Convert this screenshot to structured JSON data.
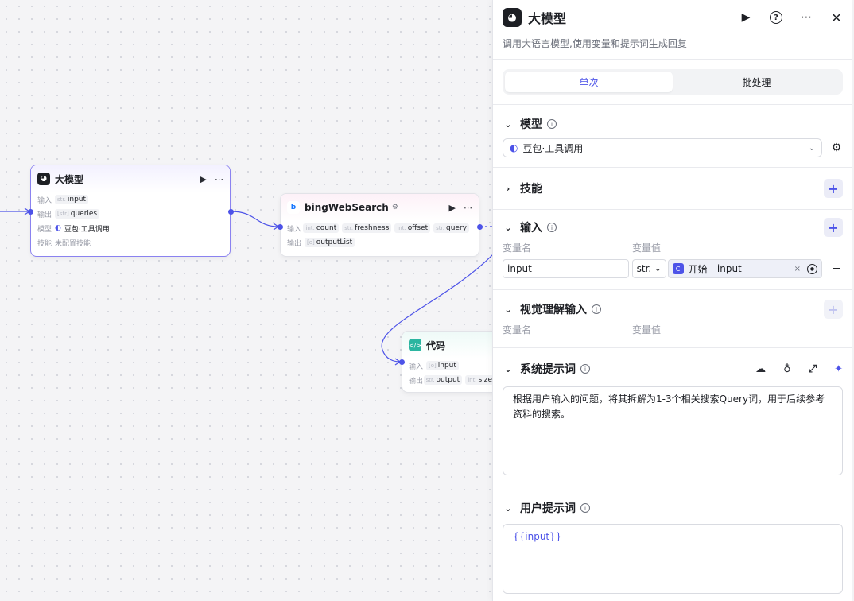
{
  "canvas": {
    "llm_node": {
      "title": "大模型",
      "input_key": "输入",
      "input_type": "str.",
      "input_name": "input",
      "output_key": "输出",
      "output_type": "[str]",
      "output_name": "queries",
      "model_key": "模型",
      "model_value": "豆包·工具调用",
      "skill_key": "技能",
      "skill_value": "未配置技能"
    },
    "bing_node": {
      "title": "bingWebSearch",
      "input_key": "输入",
      "inputs": [
        {
          "type": "int.",
          "name": "count"
        },
        {
          "type": "str.",
          "name": "freshness"
        },
        {
          "type": "int.",
          "name": "offset"
        },
        {
          "type": "str.",
          "name": "query"
        }
      ],
      "output_key": "输出",
      "output_type": "[o]",
      "output_name": "outputList"
    },
    "code_node": {
      "title": "代码",
      "input_key": "输入",
      "input_type": "[o]",
      "input_name": "input",
      "output_key": "输出",
      "outputs": [
        {
          "type": "str.",
          "name": "output"
        },
        {
          "type": "int.",
          "name": "size"
        }
      ]
    }
  },
  "panel": {
    "title": "大模型",
    "description": "调用大语言模型,使用变量和提示词生成回复",
    "tabs": [
      "单次",
      "批处理"
    ],
    "active_tab": 0,
    "model_section": {
      "title": "模型",
      "selected": "豆包·工具调用"
    },
    "skills_section": {
      "title": "技能"
    },
    "input_section": {
      "title": "输入",
      "col_name": "变量名",
      "col_value": "变量值",
      "row": {
        "name": "input",
        "type": "str.",
        "ref_source": "开始",
        "ref_sep": "-",
        "ref_var": "input"
      }
    },
    "vision_section": {
      "title": "视觉理解输入",
      "col_name": "变量名",
      "col_value": "变量值"
    },
    "system_prompt": {
      "title": "系统提示词",
      "text": "根据用户输入的问题，将其拆解为1-3个相关搜索Query词，用于后续参考资料的搜索。"
    },
    "user_prompt": {
      "title": "用户提示词",
      "text": "{{input}}"
    }
  },
  "colors": {
    "accent": "#4d53e8",
    "edge": "#4d53e8",
    "selected_border": "#8a82f0",
    "code_icon": "#2bb5a0",
    "bing_icon": "#1677ff"
  },
  "icons": [
    "llm-icon",
    "bing-icon",
    "code-icon",
    "run-icon",
    "help-icon",
    "more-icon",
    "close-icon",
    "info-icon",
    "settings-icon",
    "plus-icon",
    "minus-icon",
    "clear-icon",
    "target-icon",
    "chevron-down-icon",
    "chevron-right-icon",
    "library-icon",
    "bulb-icon",
    "expand-icon",
    "sparkle-icon",
    "reset-icon"
  ]
}
